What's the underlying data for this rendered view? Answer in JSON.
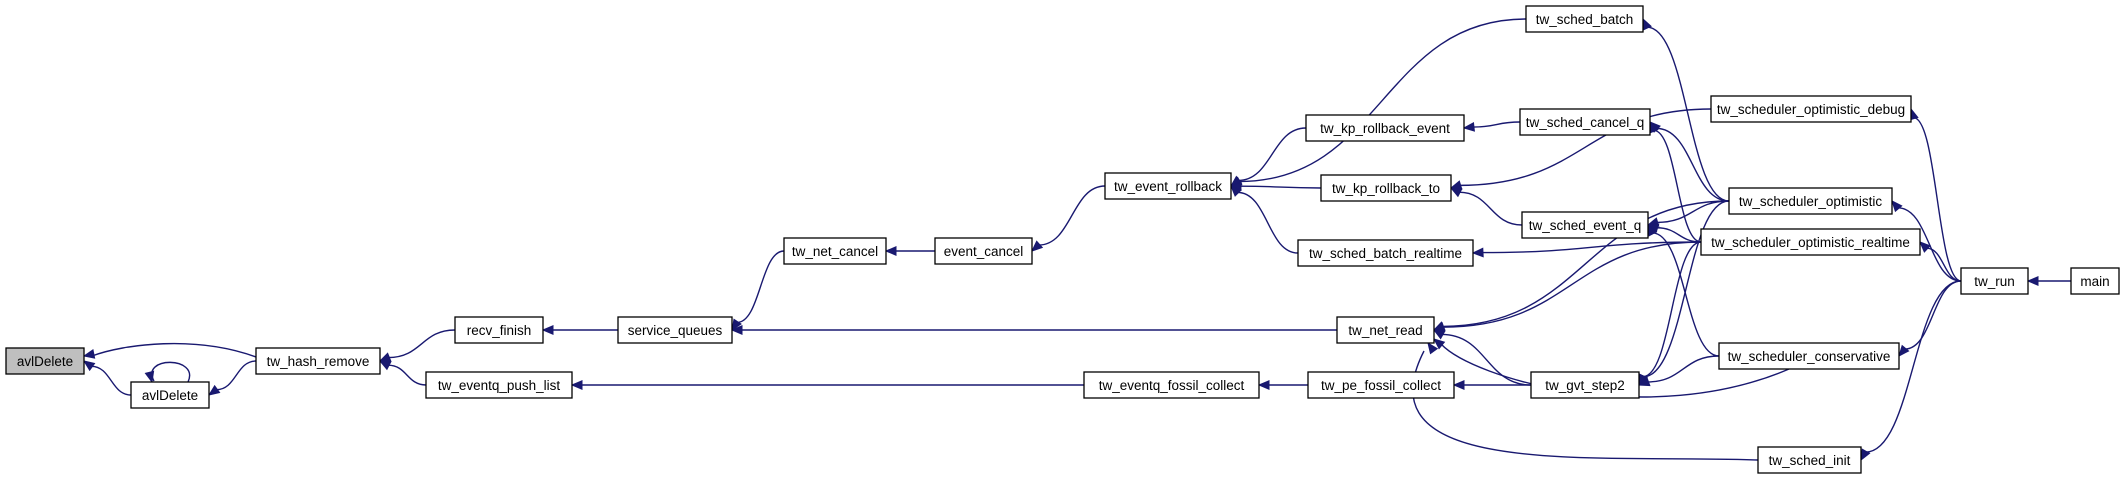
{
  "nodes": [
    {
      "id": "avlDelete_root",
      "label": "avlDelete",
      "highlight": true
    },
    {
      "id": "avlDelete_self",
      "label": "avlDelete"
    },
    {
      "id": "tw_hash_remove",
      "label": "tw_hash_remove"
    },
    {
      "id": "recv_finish",
      "label": "recv_finish"
    },
    {
      "id": "tw_eventq_push_list",
      "label": "tw_eventq_push_list"
    },
    {
      "id": "service_queues",
      "label": "service_queues"
    },
    {
      "id": "tw_net_cancel",
      "label": "tw_net_cancel"
    },
    {
      "id": "event_cancel",
      "label": "event_cancel"
    },
    {
      "id": "tw_event_rollback",
      "label": "tw_event_rollback"
    },
    {
      "id": "tw_kp_rollback_event",
      "label": "tw_kp_rollback_event"
    },
    {
      "id": "tw_kp_rollback_to",
      "label": "tw_kp_rollback_to"
    },
    {
      "id": "tw_sched_batch_realtime",
      "label": "tw_sched_batch_realtime"
    },
    {
      "id": "tw_sched_batch",
      "label": "tw_sched_batch"
    },
    {
      "id": "tw_sched_cancel_q",
      "label": "tw_sched_cancel_q"
    },
    {
      "id": "tw_sched_event_q",
      "label": "tw_sched_event_q"
    },
    {
      "id": "tw_net_read",
      "label": "tw_net_read"
    },
    {
      "id": "tw_eventq_fossil_collect",
      "label": "tw_eventq_fossil_collect"
    },
    {
      "id": "tw_pe_fossil_collect",
      "label": "tw_pe_fossil_collect"
    },
    {
      "id": "tw_gvt_step2",
      "label": "tw_gvt_step2"
    },
    {
      "id": "tw_scheduler_optimistic_debug",
      "label": "tw_scheduler_optimistic_debug"
    },
    {
      "id": "tw_scheduler_optimistic",
      "label": "tw_scheduler_optimistic"
    },
    {
      "id": "tw_scheduler_optimistic_realtime",
      "label": "tw_scheduler_optimistic_realtime"
    },
    {
      "id": "tw_scheduler_conservative",
      "label": "tw_scheduler_conservative"
    },
    {
      "id": "tw_sched_init",
      "label": "tw_sched_init"
    },
    {
      "id": "tw_run",
      "label": "tw_run"
    },
    {
      "id": "main",
      "label": "main"
    }
  ],
  "edges": [
    {
      "from": "tw_hash_remove",
      "to": "avlDelete_root"
    },
    {
      "from": "avlDelete_self",
      "to": "avlDelete_root"
    },
    {
      "from": "avlDelete_self",
      "to": "avlDelete_self"
    },
    {
      "from": "tw_hash_remove",
      "to": "avlDelete_self"
    },
    {
      "from": "recv_finish",
      "to": "tw_hash_remove"
    },
    {
      "from": "tw_eventq_push_list",
      "to": "tw_hash_remove"
    },
    {
      "from": "service_queues",
      "to": "recv_finish"
    },
    {
      "from": "tw_eventq_fossil_collect",
      "to": "tw_eventq_push_list"
    },
    {
      "from": "tw_net_cancel",
      "to": "service_queues"
    },
    {
      "from": "tw_net_read",
      "to": "service_queues"
    },
    {
      "from": "event_cancel",
      "to": "tw_net_cancel"
    },
    {
      "from": "tw_event_rollback",
      "to": "event_cancel"
    },
    {
      "from": "tw_sched_batch",
      "to": "tw_event_rollback"
    },
    {
      "from": "tw_kp_rollback_event",
      "to": "tw_event_rollback"
    },
    {
      "from": "tw_kp_rollback_to",
      "to": "tw_event_rollback"
    },
    {
      "from": "tw_sched_batch_realtime",
      "to": "tw_event_rollback"
    },
    {
      "from": "tw_sched_cancel_q",
      "to": "tw_kp_rollback_event"
    },
    {
      "from": "tw_scheduler_optimistic_debug",
      "to": "tw_kp_rollback_to"
    },
    {
      "from": "tw_sched_event_q",
      "to": "tw_kp_rollback_to"
    },
    {
      "from": "tw_scheduler_optimistic_realtime",
      "to": "tw_sched_batch_realtime"
    },
    {
      "from": "tw_pe_fossil_collect",
      "to": "tw_eventq_fossil_collect"
    },
    {
      "from": "tw_gvt_step2",
      "to": "tw_pe_fossil_collect"
    },
    {
      "from": "tw_scheduler_optimistic",
      "to": "tw_net_read"
    },
    {
      "from": "tw_scheduler_optimistic_realtime",
      "to": "tw_net_read"
    },
    {
      "from": "tw_gvt_step2",
      "to": "tw_net_read"
    },
    {
      "from": "tw_scheduler_conservative",
      "to": "tw_net_read"
    },
    {
      "from": "tw_sched_init",
      "to": "tw_net_read"
    },
    {
      "from": "tw_scheduler_optimistic",
      "to": "tw_sched_batch"
    },
    {
      "from": "tw_scheduler_optimistic",
      "to": "tw_sched_cancel_q"
    },
    {
      "from": "tw_scheduler_optimistic_realtime",
      "to": "tw_sched_cancel_q"
    },
    {
      "from": "tw_scheduler_optimistic",
      "to": "tw_sched_event_q"
    },
    {
      "from": "tw_scheduler_optimistic_realtime",
      "to": "tw_sched_event_q"
    },
    {
      "from": "tw_scheduler_conservative",
      "to": "tw_sched_event_q"
    },
    {
      "from": "tw_scheduler_optimistic",
      "to": "tw_gvt_step2"
    },
    {
      "from": "tw_scheduler_optimistic_realtime",
      "to": "tw_gvt_step2"
    },
    {
      "from": "tw_scheduler_conservative",
      "to": "tw_gvt_step2"
    },
    {
      "from": "tw_run",
      "to": "tw_scheduler_optimistic_debug"
    },
    {
      "from": "tw_run",
      "to": "tw_scheduler_optimistic"
    },
    {
      "from": "tw_run",
      "to": "tw_scheduler_optimistic_realtime"
    },
    {
      "from": "tw_run",
      "to": "tw_scheduler_conservative"
    },
    {
      "from": "tw_run",
      "to": "tw_sched_init"
    },
    {
      "from": "main",
      "to": "tw_run"
    }
  ],
  "colors": {
    "edge": "#191970",
    "node_border": "#000000",
    "node_fill": "#ffffff",
    "root_fill": "#bfbfbf",
    "text": "#000000"
  }
}
